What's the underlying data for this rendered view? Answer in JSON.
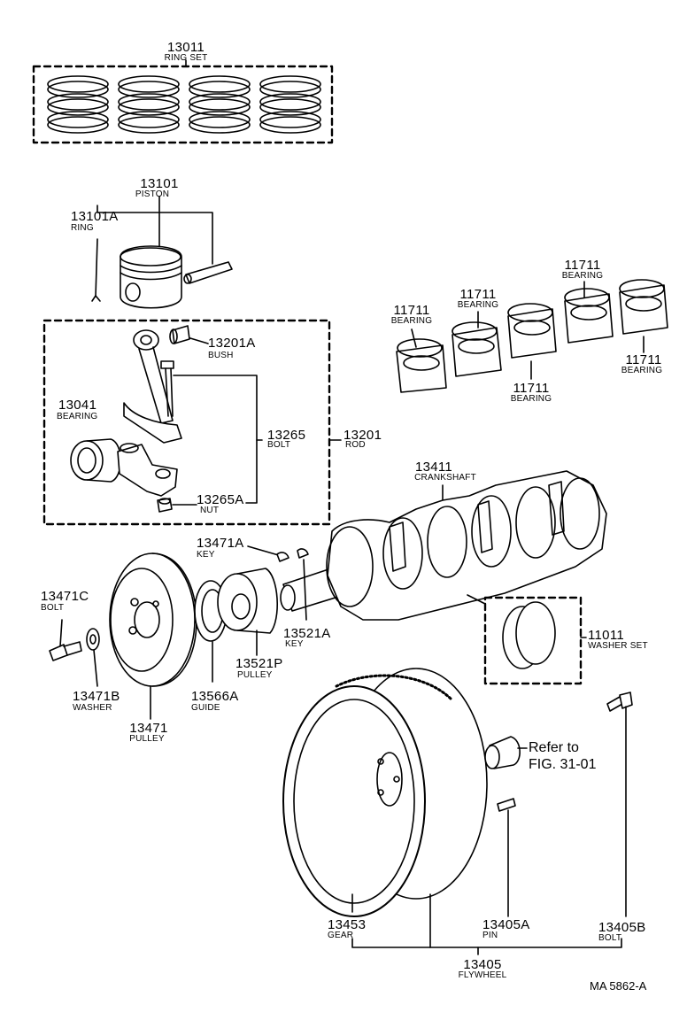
{
  "parts": {
    "ring_set": {
      "number": "13011",
      "name": "RING SET"
    },
    "piston": {
      "number": "13101",
      "name": "PISTON"
    },
    "piston_ring": {
      "number": "13101A",
      "name": "RING"
    },
    "bush": {
      "number": "13201A",
      "name": "BUSH"
    },
    "rod_bearing": {
      "number": "13041",
      "name": "BEARING"
    },
    "rod_bolt": {
      "number": "13265",
      "name": "BOLT"
    },
    "rod": {
      "number": "13201",
      "name": "ROD"
    },
    "rod_nut": {
      "number": "13265A",
      "name": "NUT"
    },
    "main_bearing_1": {
      "number": "11711",
      "name": "BEARING"
    },
    "main_bearing_2": {
      "number": "11711",
      "name": "BEARING"
    },
    "main_bearing_3": {
      "number": "11711",
      "name": "BEARING"
    },
    "main_bearing_4": {
      "number": "11711",
      "name": "BEARING"
    },
    "main_bearing_5": {
      "number": "11711",
      "name": "BEARING"
    },
    "crankshaft": {
      "number": "13411",
      "name": "CRANKSHAFT"
    },
    "key_pulley": {
      "number": "13471A",
      "name": "KEY"
    },
    "key_gear": {
      "number": "13521A",
      "name": "KEY"
    },
    "washer_set": {
      "number": "11011",
      "name": "WASHER SET"
    },
    "pulley_bolt": {
      "number": "13471C",
      "name": "BOLT"
    },
    "pulley_washer": {
      "number": "13471B",
      "name": "WASHER"
    },
    "crank_pulley": {
      "number": "13471",
      "name": "PULLEY"
    },
    "guide": {
      "number": "13566A",
      "name": "GUIDE"
    },
    "timing_pulley": {
      "number": "13521P",
      "name": "PULLEY"
    },
    "ring_gear": {
      "number": "13453",
      "name": "GEAR"
    },
    "flywheel_pin": {
      "number": "13405A",
      "name": "PIN"
    },
    "flywheel_bolt": {
      "number": "13405B",
      "name": "BOLT"
    },
    "flywheel": {
      "number": "13405",
      "name": "FLYWHEEL"
    }
  },
  "refer": {
    "line1": "Refer to",
    "line2": "FIG. 31-01"
  },
  "figure_code": "MA  5862-A"
}
